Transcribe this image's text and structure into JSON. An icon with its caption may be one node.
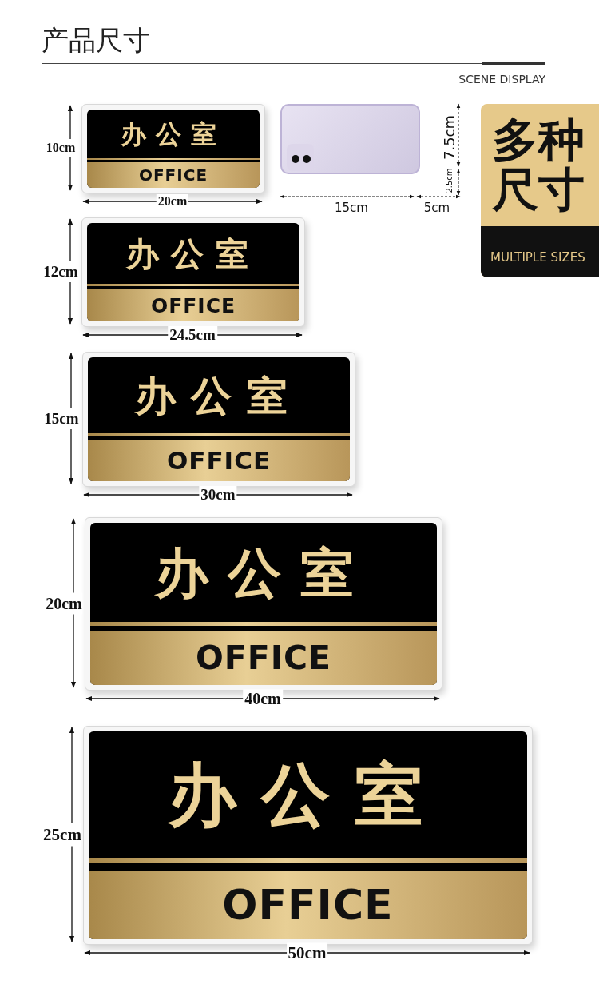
{
  "diagram": {
    "title": "产品尺寸",
    "nodes": [
      {
        "text": [
          "办公室",
          "OFFICE"
        ]
      },
      {
        "text": [
          "多种尺寸",
          "MULTIPLE SIZES"
        ]
      },
      {
        "text": [
          "办公室",
          "OFFICE"
        ]
      },
      {
        "text": [
          "办公室",
          "OFFICE"
        ]
      },
      {
        "text": [
          "办公室",
          "OFFICE"
        ]
      },
      {
        "text": [
          "办公室",
          "OFFICE"
        ]
      }
    ],
    "labels": [
      "SCENE DISPLAY",
      "10cm",
      "7.5cm",
      "2.5cm",
      "20cm",
      "15cm",
      "5cm",
      "12cm",
      "24.5cm",
      "15cm",
      "30cm",
      "20cm",
      "40cm",
      "25cm",
      "50cm"
    ]
  }
}
